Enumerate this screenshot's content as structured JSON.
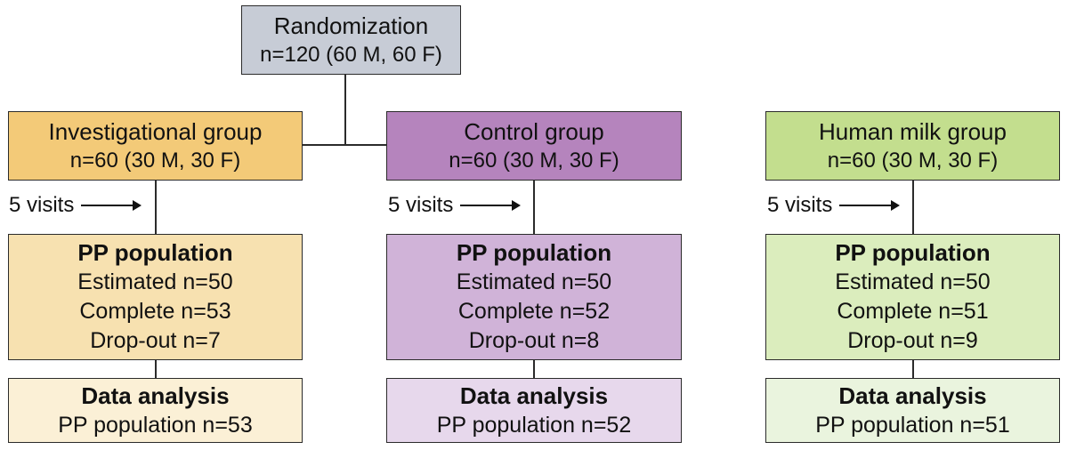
{
  "randomization": {
    "title": "Randomization",
    "n": "n=120 (60 M, 60 F)"
  },
  "groups": [
    {
      "title": "Investigational group",
      "n": "n=60 (30 M, 30 F)",
      "visits": "5 visits",
      "pp": {
        "title": "PP population",
        "estimated": "Estimated n=50",
        "complete": "Complete n=53",
        "dropout": "Drop-out n=7"
      },
      "analysis": {
        "title": "Data analysis",
        "pp": "PP population n=53"
      }
    },
    {
      "title": "Control group",
      "n": "n=60 (30 M, 30 F)",
      "visits": "5 visits",
      "pp": {
        "title": "PP population",
        "estimated": "Estimated n=50",
        "complete": "Complete n=52",
        "dropout": "Drop-out n=8"
      },
      "analysis": {
        "title": "Data analysis",
        "pp": "PP population n=52"
      }
    },
    {
      "title": "Human milk group",
      "n": "n=60 (30 M, 30 F)",
      "visits": "5 visits",
      "pp": {
        "title": "PP population",
        "estimated": "Estimated n=50",
        "complete": "Complete n=51",
        "dropout": "Drop-out n=9"
      },
      "analysis": {
        "title": "Data analysis",
        "pp": "PP population n=51"
      }
    }
  ],
  "colors": {
    "randomization": "#c7ccd6",
    "investigational": [
      "#f3ca78",
      "#f7e1b0",
      "#fbf0d6"
    ],
    "control": [
      "#b584bd",
      "#d0b3d8",
      "#e7d8ec"
    ],
    "human_milk": [
      "#c3de8e",
      "#dbedbd",
      "#eaf4de"
    ]
  }
}
